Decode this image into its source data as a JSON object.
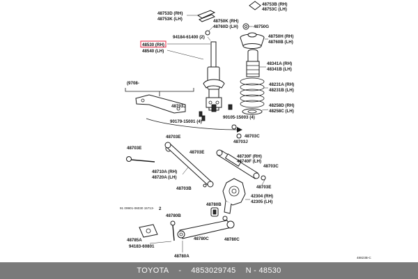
{
  "highlight_color": "#e8485e",
  "labels": {
    "p48753B": "48753B (RH)",
    "p48753C": "48753C (LH)",
    "p48753D": "48753D (RH)",
    "p48753K": "48753K (LH)",
    "p48750K": "48750K (RH)",
    "p48760D": "48760D (LH)",
    "p48750G": "48750G",
    "p48530": "48530 (RH)",
    "p48540": "48540 (LH)",
    "p94184": "94184-61400 (2)",
    "p48750H": "48750H (RH)",
    "p48760B": "48760B (LH)",
    "p48341A": "48341A (RH)",
    "p48341B": "48341B (LH)",
    "p9708": "(9708-",
    "p48231A": "48231A (RH)",
    "p48231B": "48231B (LH)",
    "p48703J_top": "48703J",
    "p48258D": "48258D (RH)",
    "p48258C": "48258C (LH)",
    "p90105": "90105-15003 (4)",
    "p90179": "90179-15001 (4)",
    "p48703C_a": "48703C",
    "p48703J_b": "48703J",
    "p48703E_a": "48703E",
    "p48703E_b": "48703E",
    "p48703E_c": "48703E",
    "p48730F": "48730F (RH)",
    "p48740F": "48740F (LH)",
    "p48703C_b": "48703C",
    "p48710A": "48710A (RH)",
    "p48720A": "48720A (LH)",
    "p48703E_d": "48703E",
    "p48703B_a": "48703B",
    "p42304": "42304 (RH)",
    "p42305": "42305 (LH)",
    "p48780B_a": "48780B",
    "p90901": "91 09901-06030 15713-",
    "p2": "2",
    "p48780B_b": "48780B",
    "p48780C_a": "48780C",
    "p48785A": "48785A",
    "p94183": "94183-60801",
    "p48780C_b": "48780C",
    "p48780A": "48780A",
    "p_code": "48823B-C"
  },
  "footer": {
    "brand": "TOYOTA",
    "sep": "-",
    "part_number": "4853029745",
    "code": "N - 48530"
  }
}
